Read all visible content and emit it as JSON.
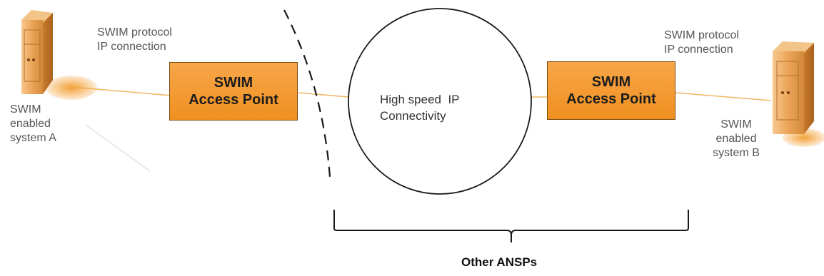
{
  "left": {
    "protocol_line1": "SWIM protocol",
    "protocol_line2": "IP connection",
    "access_point_line1": "SWIM",
    "access_point_line2": "Access Point",
    "system_line1": "SWIM",
    "system_line2": "enabled",
    "system_line3": "system A"
  },
  "right": {
    "protocol_line1": "SWIM protocol",
    "protocol_line2": "IP connection",
    "access_point_line1": "SWIM",
    "access_point_line2": "Access Point",
    "system_line1": "SWIM",
    "system_line2": "enabled",
    "system_line3": "system B"
  },
  "cloud": {
    "line1": "High speed  IP",
    "line2": "Connectivity"
  },
  "group_label": "Other ANSPs",
  "colors": {
    "access_point": "#f0901f",
    "server": "#e5a356",
    "link": "#f0b860"
  },
  "icons": {
    "left_server": "server-icon",
    "right_server": "server-icon"
  }
}
